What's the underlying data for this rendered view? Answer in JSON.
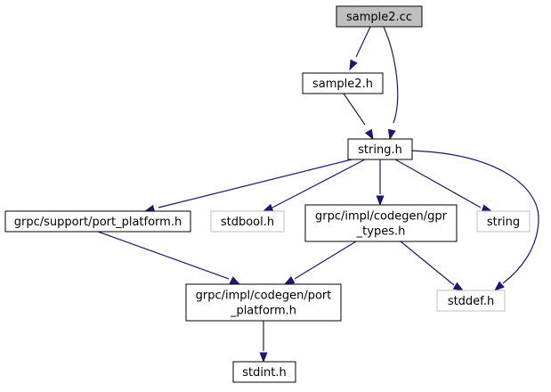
{
  "graph": {
    "colors": {
      "edge": "#191970",
      "node_border": "#000000",
      "node_border_external": "#bfbfbf",
      "root_fill": "#bfbfbf",
      "node_fill": "#ffffff"
    },
    "nodes": [
      {
        "id": "sample2_cc",
        "lines": [
          "sample2.cc"
        ],
        "style": "root"
      },
      {
        "id": "sample2_h",
        "lines": [
          "sample2.h"
        ],
        "style": "normal"
      },
      {
        "id": "string_h",
        "lines": [
          "string.h"
        ],
        "style": "normal"
      },
      {
        "id": "port_platform_support",
        "lines": [
          "grpc/support/port_platform.h"
        ],
        "style": "normal"
      },
      {
        "id": "stdbool_h",
        "lines": [
          "stdbool.h"
        ],
        "style": "external"
      },
      {
        "id": "gpr_types_h",
        "lines": [
          "grpc/impl/codegen/gpr",
          "_types.h"
        ],
        "style": "normal"
      },
      {
        "id": "string",
        "lines": [
          "string"
        ],
        "style": "external"
      },
      {
        "id": "port_platform_codegen",
        "lines": [
          "grpc/impl/codegen/port",
          "_platform.h"
        ],
        "style": "normal"
      },
      {
        "id": "stddef_h",
        "lines": [
          "stddef.h"
        ],
        "style": "external"
      },
      {
        "id": "stdint_h",
        "lines": [
          "stdint.h"
        ],
        "style": "normal"
      }
    ],
    "edges": [
      {
        "from": "sample2_cc",
        "to": "sample2_h"
      },
      {
        "from": "sample2_cc",
        "to": "string_h"
      },
      {
        "from": "sample2_h",
        "to": "string_h"
      },
      {
        "from": "string_h",
        "to": "port_platform_support"
      },
      {
        "from": "string_h",
        "to": "stdbool_h"
      },
      {
        "from": "string_h",
        "to": "gpr_types_h"
      },
      {
        "from": "string_h",
        "to": "string"
      },
      {
        "from": "string_h",
        "to": "stddef_h"
      },
      {
        "from": "port_platform_support",
        "to": "port_platform_codegen"
      },
      {
        "from": "gpr_types_h",
        "to": "port_platform_codegen"
      },
      {
        "from": "gpr_types_h",
        "to": "stddef_h"
      },
      {
        "from": "port_platform_codegen",
        "to": "stdint_h"
      }
    ]
  }
}
